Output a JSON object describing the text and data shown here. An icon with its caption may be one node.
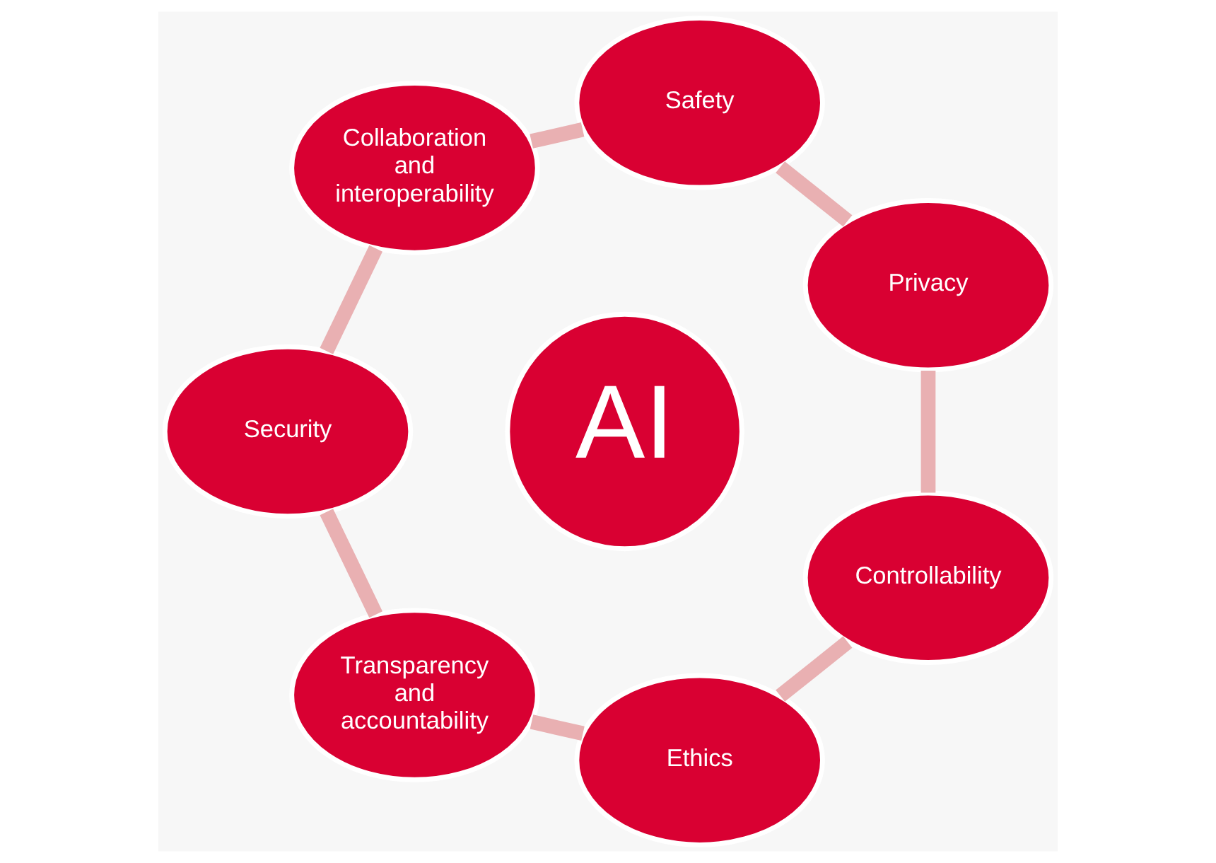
{
  "diagram": {
    "nodes": [
      {
        "text": [
          "Safety"
        ]
      },
      {
        "text": [
          "Privacy"
        ]
      },
      {
        "text": [
          "Controllability"
        ]
      },
      {
        "text": [
          "Ethics"
        ]
      },
      {
        "text": [
          "Transparency and accountability"
        ]
      },
      {
        "text": [
          "Security"
        ]
      },
      {
        "text": [
          "Collaboration and interoperability"
        ]
      },
      {
        "text": [
          "AI"
        ]
      }
    ],
    "edges": [
      {
        "from": 0,
        "to": 1,
        "arrow": "none"
      },
      {
        "from": 1,
        "to": 2,
        "arrow": "none"
      },
      {
        "from": 2,
        "to": 3,
        "arrow": "none"
      },
      {
        "from": 3,
        "to": 4,
        "arrow": "none"
      },
      {
        "from": 4,
        "to": 5,
        "arrow": "none"
      },
      {
        "from": 5,
        "to": 6,
        "arrow": "none"
      },
      {
        "from": 6,
        "to": 0,
        "arrow": "none"
      }
    ]
  }
}
